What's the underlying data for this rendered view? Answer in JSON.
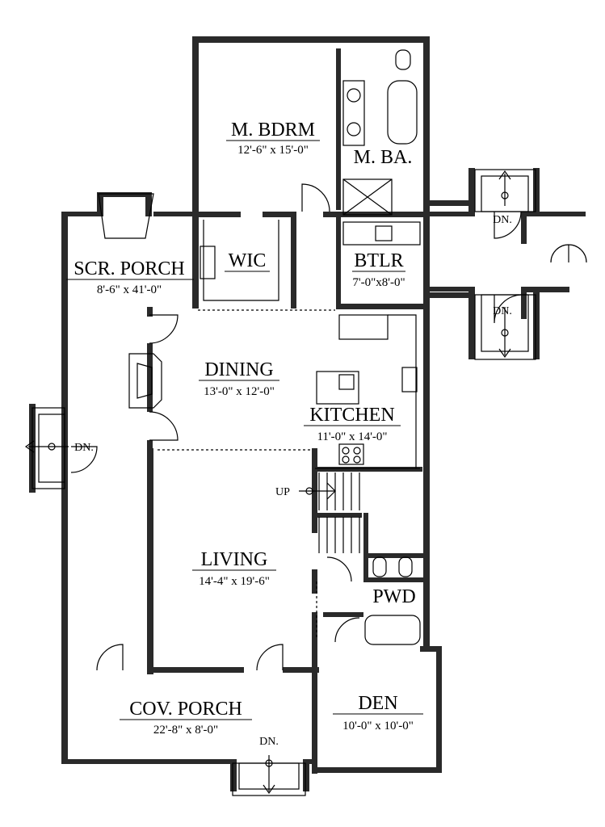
{
  "rooms": {
    "master_bedroom": {
      "name": "M. BDRM",
      "size": "12'-6\" x 15'-0\""
    },
    "master_bath": {
      "name": "M. BA."
    },
    "wic": {
      "name": "WIC"
    },
    "screened_porch": {
      "name": "SCR. PORCH",
      "size": "8'-6\" x 41'-0\""
    },
    "butler": {
      "name": "BTLR",
      "size": "7'-0\"x8'-0\""
    },
    "dining": {
      "name": "DINING",
      "size": "13'-0\" x 12'-0\""
    },
    "kitchen": {
      "name": "KITCHEN",
      "size": "11'-0\" x 14'-0\""
    },
    "living": {
      "name": "LIVING",
      "size": "14'-4\" x 19'-6\""
    },
    "powder": {
      "name": "PWD"
    },
    "covered_porch": {
      "name": "COV. PORCH",
      "size": "22'-8\" x 8'-0\""
    },
    "den": {
      "name": "DEN",
      "size": "10'-0\" x 10'-0\""
    }
  },
  "stair_labels": {
    "up": "UP",
    "dn_right_top": "DN.",
    "dn_right_mid": "DN.",
    "dn_left": "DN.",
    "dn_bottom": "DN."
  },
  "colors": {
    "wall": "#2a2a2a",
    "line": "#000000",
    "background": "#ffffff"
  }
}
